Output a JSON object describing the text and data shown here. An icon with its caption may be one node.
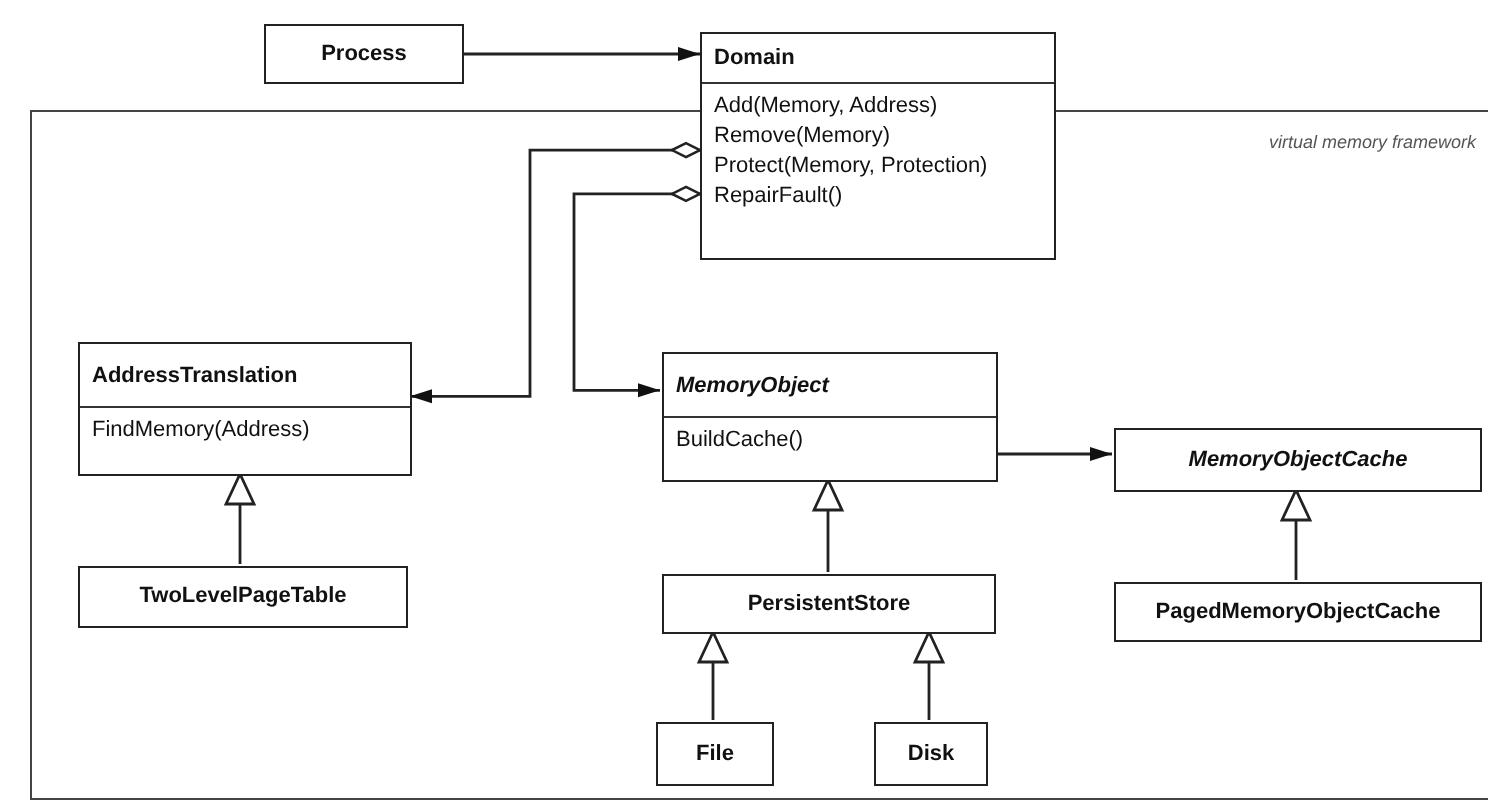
{
  "diagram": {
    "nodes": [
      {
        "text": [
          "virtual memory framework"
        ]
      },
      {
        "text": [
          "Process"
        ]
      },
      {
        "text": [
          "Domain",
          "Add(Memory, Address)",
          "Remove(Memory)",
          "Protect(Memory, Protection)",
          "RepairFault()"
        ]
      },
      {
        "text": [
          "AddressTranslation",
          "FindMemory(Address)"
        ],
        "in": 0
      },
      {
        "text": [
          "TwoLevelPageTable"
        ],
        "in": 0
      },
      {
        "text": [
          "MemoryObject",
          "BuildCache()"
        ],
        "in": 0
      },
      {
        "text": [
          "MemoryObjectCache"
        ],
        "in": 0
      },
      {
        "text": [
          "PersistentStore"
        ],
        "in": 0
      },
      {
        "text": [
          "PagedMemoryObjectCache"
        ],
        "in": 0
      },
      {
        "text": [
          "File"
        ],
        "in": 0
      },
      {
        "text": [
          "Disk"
        ],
        "in": 0
      }
    ],
    "edges": [
      {
        "from": 1,
        "to": 2,
        "arrow": "to"
      },
      {
        "from": 2,
        "to": 3,
        "arrow": "to"
      },
      {
        "from": 2,
        "to": 5,
        "arrow": "to"
      },
      {
        "from": 5,
        "to": 6,
        "arrow": "to"
      },
      {
        "from": 4,
        "to": 3,
        "arrow": "to"
      },
      {
        "from": 7,
        "to": 5,
        "arrow": "to"
      },
      {
        "from": 8,
        "to": 6,
        "arrow": "to"
      },
      {
        "from": 9,
        "to": 7,
        "arrow": "to"
      },
      {
        "from": 10,
        "to": 7,
        "arrow": "to"
      }
    ]
  }
}
